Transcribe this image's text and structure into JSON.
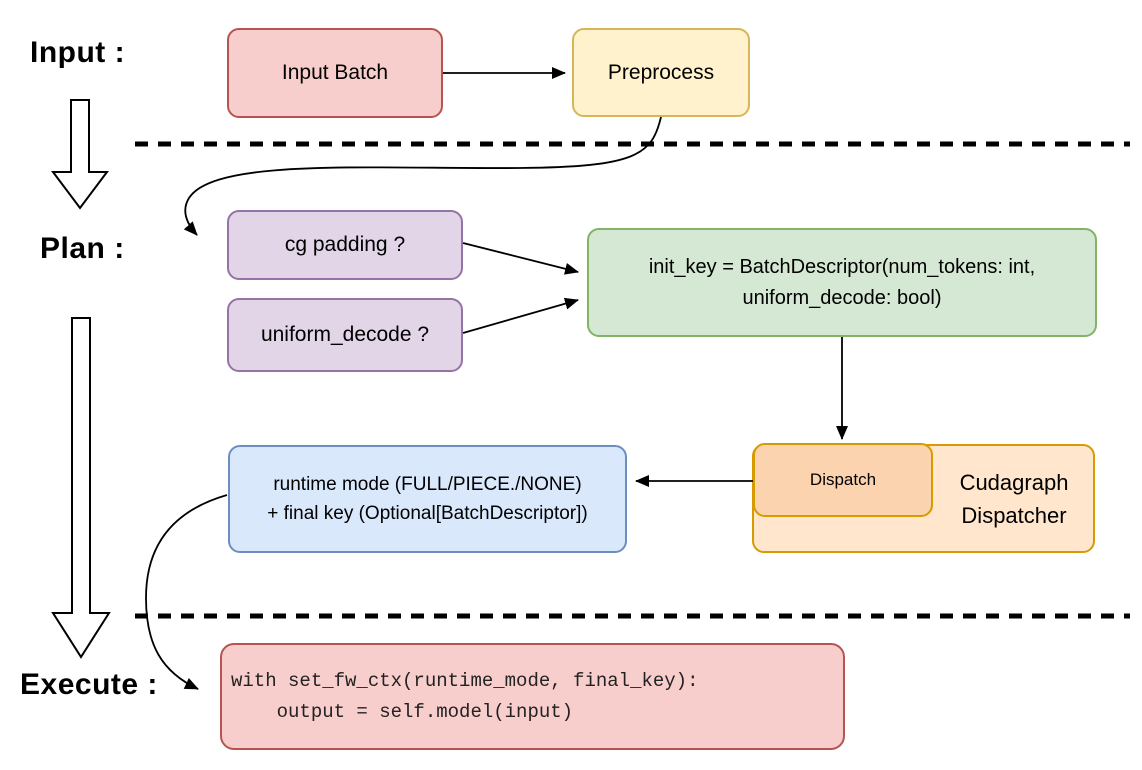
{
  "diagram": {
    "background": "#ffffff",
    "connector_color": "#000000",
    "separator_color": "#000000",
    "stages": {
      "input": "Input :",
      "plan": "Plan :",
      "execute": "Execute :"
    },
    "nodes": {
      "input_batch": {
        "label": "Input Batch",
        "fill": "#f8cecc",
        "stroke": "#b85450"
      },
      "preprocess": {
        "label": "Preprocess",
        "fill": "#fff2cc",
        "stroke": "#d6b656"
      },
      "cg_padding": {
        "label": "cg padding ?",
        "fill": "#e1d5e7",
        "stroke": "#9673a6"
      },
      "uniform_decode": {
        "label": "uniform_decode ?",
        "fill": "#e1d5e7",
        "stroke": "#9673a6"
      },
      "init_key": {
        "line1": "init_key = BatchDescriptor(num_tokens: int,",
        "line2": "uniform_decode: bool)",
        "fill": "#d5e8d4",
        "stroke": "#82b366"
      },
      "dispatch": {
        "label": "Dispatch",
        "fill": "#fbd3ae",
        "stroke": "#d79b00"
      },
      "cudagraph_dispatcher": {
        "line1": "Cudagraph",
        "line2": "Dispatcher",
        "fill": "#ffe6cc",
        "stroke": "#d79b00"
      },
      "runtime_mode": {
        "line1": "runtime mode (FULL/PIECE./NONE)",
        "line2": "+ final key (Optional[BatchDescriptor])",
        "fill": "#dae8fc",
        "stroke": "#6c8ebf"
      },
      "execute_code": {
        "line1": "with set_fw_ctx(runtime_mode, final_key):",
        "line2": "    output = self.model(input)",
        "fill": "#f8cecc",
        "stroke": "#b85450"
      }
    }
  }
}
